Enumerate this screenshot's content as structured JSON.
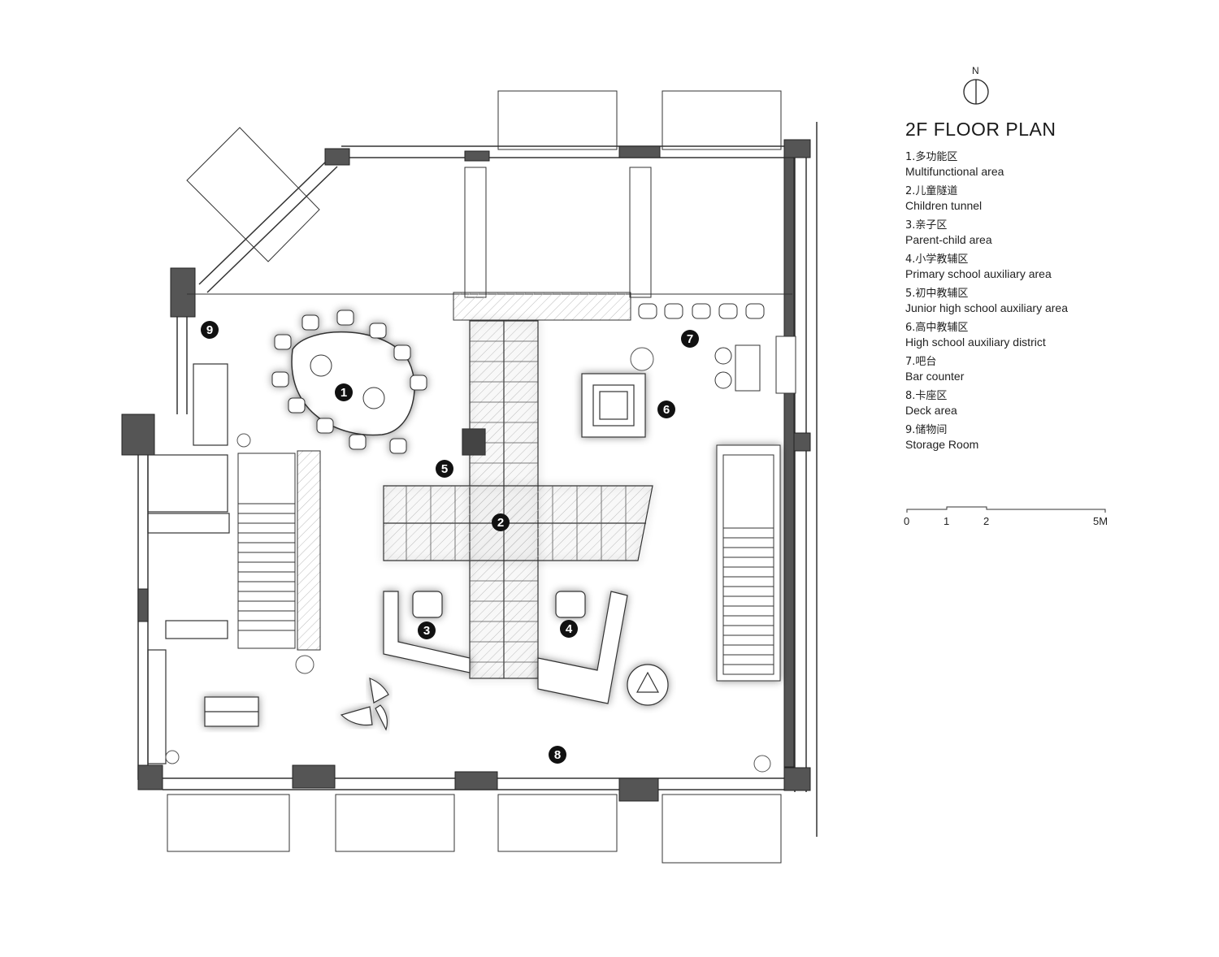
{
  "plan": {
    "title": "2F FLOOR PLAN",
    "north_label": "N",
    "legend": [
      {
        "num": "1",
        "zh": "1.多功能区",
        "en": "Multifunctional area"
      },
      {
        "num": "2",
        "zh": "2.儿童隧道",
        "en": "Children tunnel"
      },
      {
        "num": "3",
        "zh": "3.亲子区",
        "en": "Parent-child area"
      },
      {
        "num": "4",
        "zh": "4.小学教辅区",
        "en": "Primary school auxiliary area"
      },
      {
        "num": "5",
        "zh": "5.初中教辅区",
        "en": "Junior high school auxiliary area"
      },
      {
        "num": "6",
        "zh": "6.高中教辅区",
        "en": "High school auxiliary district"
      },
      {
        "num": "7",
        "zh": "7.吧台",
        "en": "Bar counter"
      },
      {
        "num": "8",
        "zh": "8.卡座区",
        "en": "Deck area"
      },
      {
        "num": "9",
        "zh": "9.储物间",
        "en": "Storage Room"
      }
    ],
    "scale_labels": [
      "0",
      "1",
      "2",
      "5M"
    ],
    "colors": {
      "wall": "#555555",
      "line": "#333333",
      "marker": "#111111"
    }
  }
}
